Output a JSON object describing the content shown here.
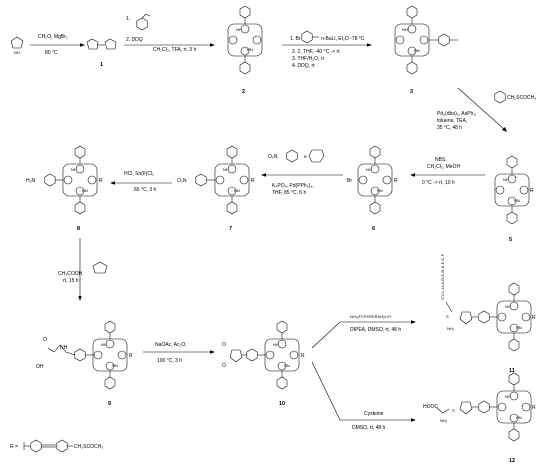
{
  "steps": {
    "s1": [
      "CH₂O, MgBr₂",
      "80 °C"
    ],
    "s2a": [
      "1.",
      "2. DDQ"
    ],
    "s2b": [
      "CH₂Cl₂, TFA, rt, 3 h"
    ],
    "s3a": [
      "1. Br",
      "n-BuLi, Et₂O -78 °C"
    ],
    "s3b": [
      "2. 2, THF, -40 °C -> rt",
      "3. THF/H₂O, rt",
      "4. DDQ, rt"
    ],
    "s4": [
      "Pd₂(dba)₃, AsPh₃,",
      "toluene, TEA,",
      "35 °C, 48 h"
    ],
    "s4r": [
      "CH₂SCOCH₃"
    ],
    "s5": [
      "NBS,",
      "CH₂Cl₂, MeOH",
      "0 °C -> rt, 10 h"
    ],
    "s6": [
      "K₃PO₄, Pd(PPh₃)₄,",
      "THF, 85 °C, 6 h"
    ],
    "s6r": [
      "O₂N"
    ],
    "s7": [
      "HCl, Sn(II)Cl₂",
      "65 °C, 3 h"
    ],
    "s8": [
      "CH₃COOH,",
      "rt, 15 h"
    ],
    "s9": [
      "NaOAc, Ac₂O,",
      "100 °C, 3 h"
    ],
    "s10a": [
      "NH₂(FCFKRKRAH)LVY",
      "DIPEA, DMSO, rt, 48 h"
    ],
    "s10b": [
      "Cysteine",
      "DMSO, rt, 48 h"
    ]
  },
  "compounds": {
    "n1": "1",
    "n2": "2",
    "n3": "3",
    "n5": "5",
    "n6": "6",
    "n7": "7",
    "n8": "8",
    "n9": "9",
    "n10": "10",
    "n11": "11",
    "n12": "12"
  },
  "atoms": {
    "nh": "NH",
    "hn": "HN",
    "r": "R",
    "br": "Br",
    "o2n": "O₂N",
    "h2n": "H₂N",
    "oh": "OH",
    "o": "O",
    "n": "N",
    "nh2": "NH₂",
    "hooc": "HOOC",
    "s": "S",
    "o_b": "B",
    "peptide": "Y-V-L-H-A-R-K-R-K-F-C-F"
  },
  "legend": {
    "r_label": "R =",
    "r_group": "CH₂SCOCH₃"
  }
}
